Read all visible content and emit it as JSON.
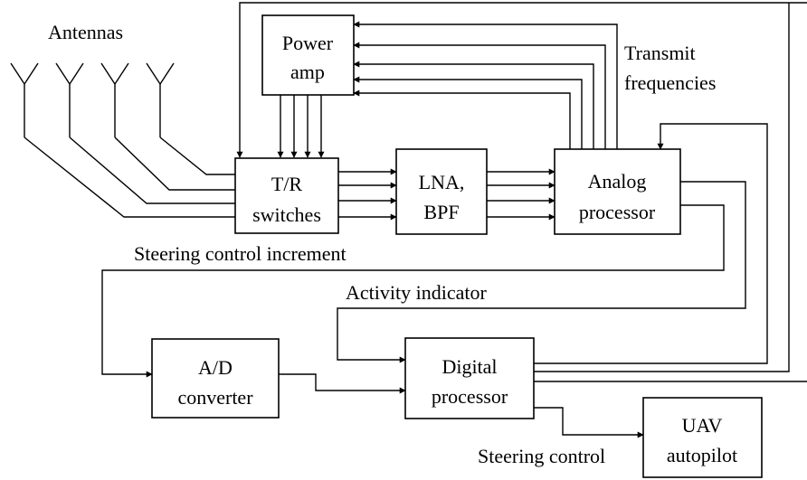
{
  "diagram": {
    "labels": {
      "antennas": "Antennas",
      "transmit_1": "Transmit",
      "transmit_2": "frequencies",
      "steering_increment": "Steering control increment",
      "activity_indicator": "Activity indicator",
      "steering_control": "Steering control"
    },
    "boxes": {
      "power_amp": {
        "line1": "Power",
        "line2": "amp"
      },
      "tr_switches": {
        "line1": "T/R",
        "line2": "switches"
      },
      "lna_bpf": {
        "line1": "LNA,",
        "line2": "BPF"
      },
      "analog_processor": {
        "line1": "Analog",
        "line2": "processor"
      },
      "ad_converter": {
        "line1": "A/D",
        "line2": "converter"
      },
      "digital_processor": {
        "line1": "Digital",
        "line2": "processor"
      },
      "uav_autopilot": {
        "line1": "UAV",
        "line2": "autopilot"
      }
    }
  }
}
